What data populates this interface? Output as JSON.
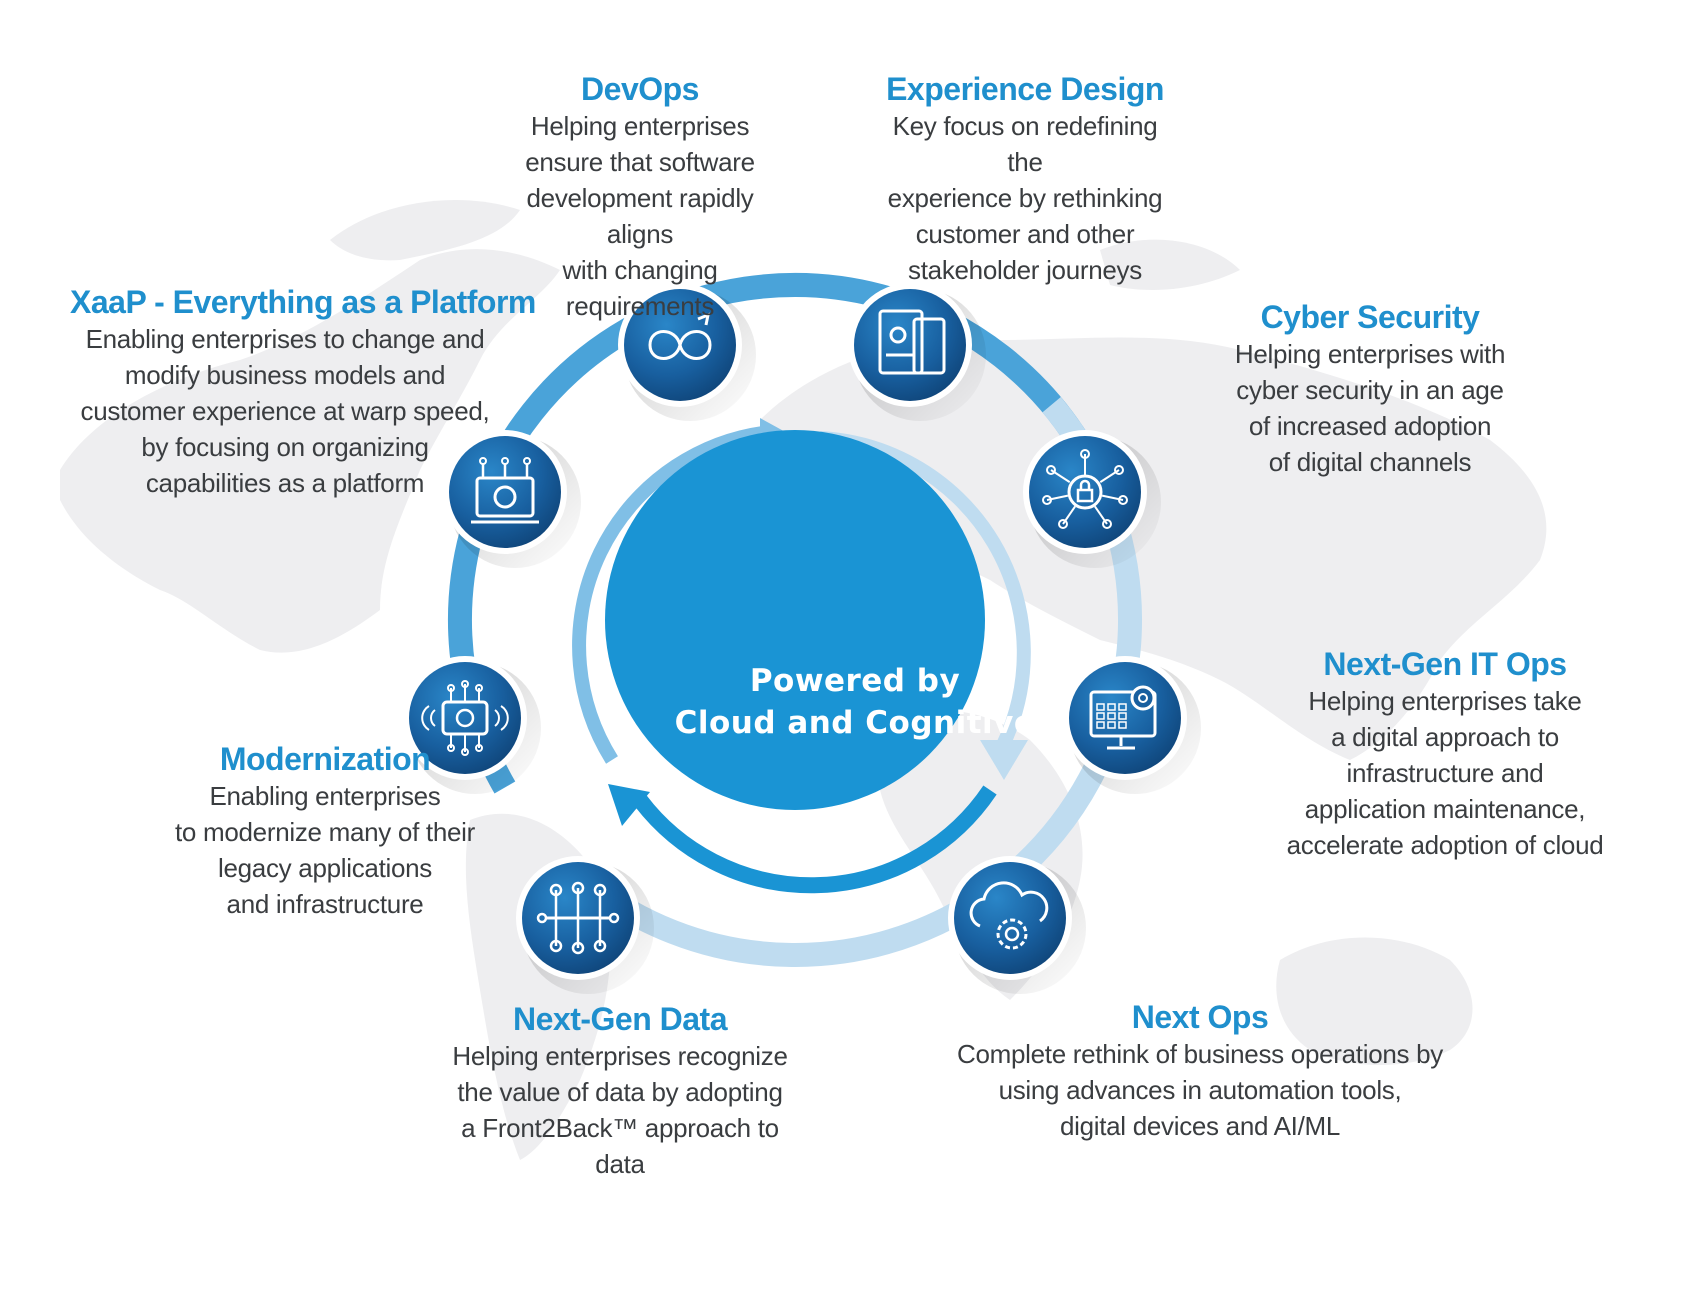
{
  "center": {
    "text": "Powered by\nCloud and Cognitive"
  },
  "colors": {
    "title": "#1f8fcd",
    "text": "#3a3d40",
    "ring_outer": "#4aa3d9",
    "ring_inner": "#bfdcf0",
    "core": "#1a94d4",
    "node_dark": "#134f88",
    "map": "#eeeef0"
  },
  "blocks": [
    {
      "id": "devops",
      "title": "DevOps",
      "desc": "Helping enterprises\nensure that software\ndevelopment rapidly aligns\nwith changing requirements",
      "icon": "infinity-refresh-icon"
    },
    {
      "id": "experience-design",
      "title": "Experience Design",
      "desc": "Key focus on redefining the\nexperience by rethinking\ncustomer and other\nstakeholder journeys",
      "icon": "web-design-icon"
    },
    {
      "id": "xaap",
      "title": "XaaP - Everything as a Platform",
      "desc": "Enabling enterprises to change and\nmodify business models and\ncustomer experience at warp speed,\nby focusing on organizing\ncapabilities as a platform",
      "icon": "laptop-gear-icon"
    },
    {
      "id": "cyber-security",
      "title": "Cyber Security",
      "desc": "Helping enterprises with\ncyber security in an age\nof increased adoption\nof digital channels",
      "icon": "lock-network-icon"
    },
    {
      "id": "modernization",
      "title": "Modernization",
      "desc": "Enabling enterprises\nto modernize many of their\nlegacy applications\nand infrastructure",
      "icon": "chip-wireless-icon"
    },
    {
      "id": "next-gen-it-ops",
      "title": "Next-Gen IT Ops",
      "desc": "Helping enterprises take\na digital approach to\ninfrastructure and\napplication maintenance,\naccelerate adoption of cloud",
      "icon": "monitor-gear-icon"
    },
    {
      "id": "next-gen-data",
      "title": "Next-Gen Data",
      "desc": "Helping enterprises recognize\nthe value of data by adopting\na Front2Back™ approach to data",
      "icon": "data-network-icon"
    },
    {
      "id": "next-ops",
      "title": "Next Ops",
      "desc": "Complete rethink of business operations by\nusing advances in automation tools,\ndigital devices and AI/ML",
      "icon": "cloud-gear-icon"
    }
  ]
}
